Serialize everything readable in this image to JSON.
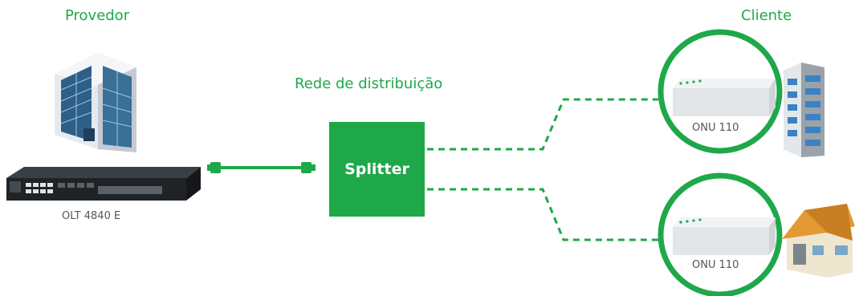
{
  "titles": {
    "provider": "Provedor",
    "distribution": "Rede de distribuição",
    "client": "Cliente"
  },
  "devices": {
    "olt_label": "OLT 4840 E",
    "splitter_label": "Splitter",
    "onu_labels": [
      "ONU 110",
      "ONU 110"
    ]
  },
  "icons": {
    "provider_building": "office-building-icon",
    "olt": "olt-rack-switch-icon",
    "onu": "onu-device-icon",
    "client_top": "apartment-building-icon",
    "client_bottom": "house-icon",
    "fiber": "fiber-cable-icon"
  },
  "colors": {
    "accent_green": "#1fa84a",
    "text_gray": "#555555"
  }
}
